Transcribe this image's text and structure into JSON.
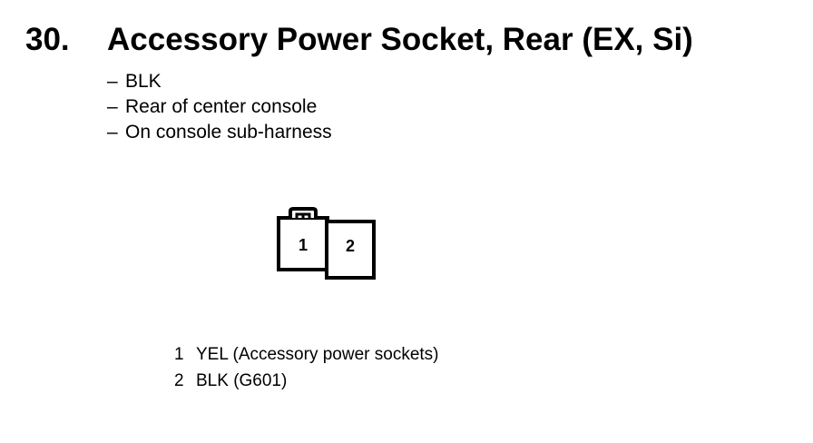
{
  "heading": {
    "number": "30.",
    "title": "Accessory Power Socket, Rear (EX, Si)"
  },
  "details": [
    {
      "dash": "–",
      "text": "BLK"
    },
    {
      "dash": "–",
      "text": "Rear of center console"
    },
    {
      "dash": "–",
      "text": "On console sub-harness"
    }
  ],
  "connector": {
    "terminals": [
      "1",
      "2"
    ]
  },
  "pins": [
    {
      "number": "1",
      "description": "YEL (Accessory power sockets)"
    },
    {
      "number": "2",
      "description": "BLK (G601)"
    }
  ]
}
